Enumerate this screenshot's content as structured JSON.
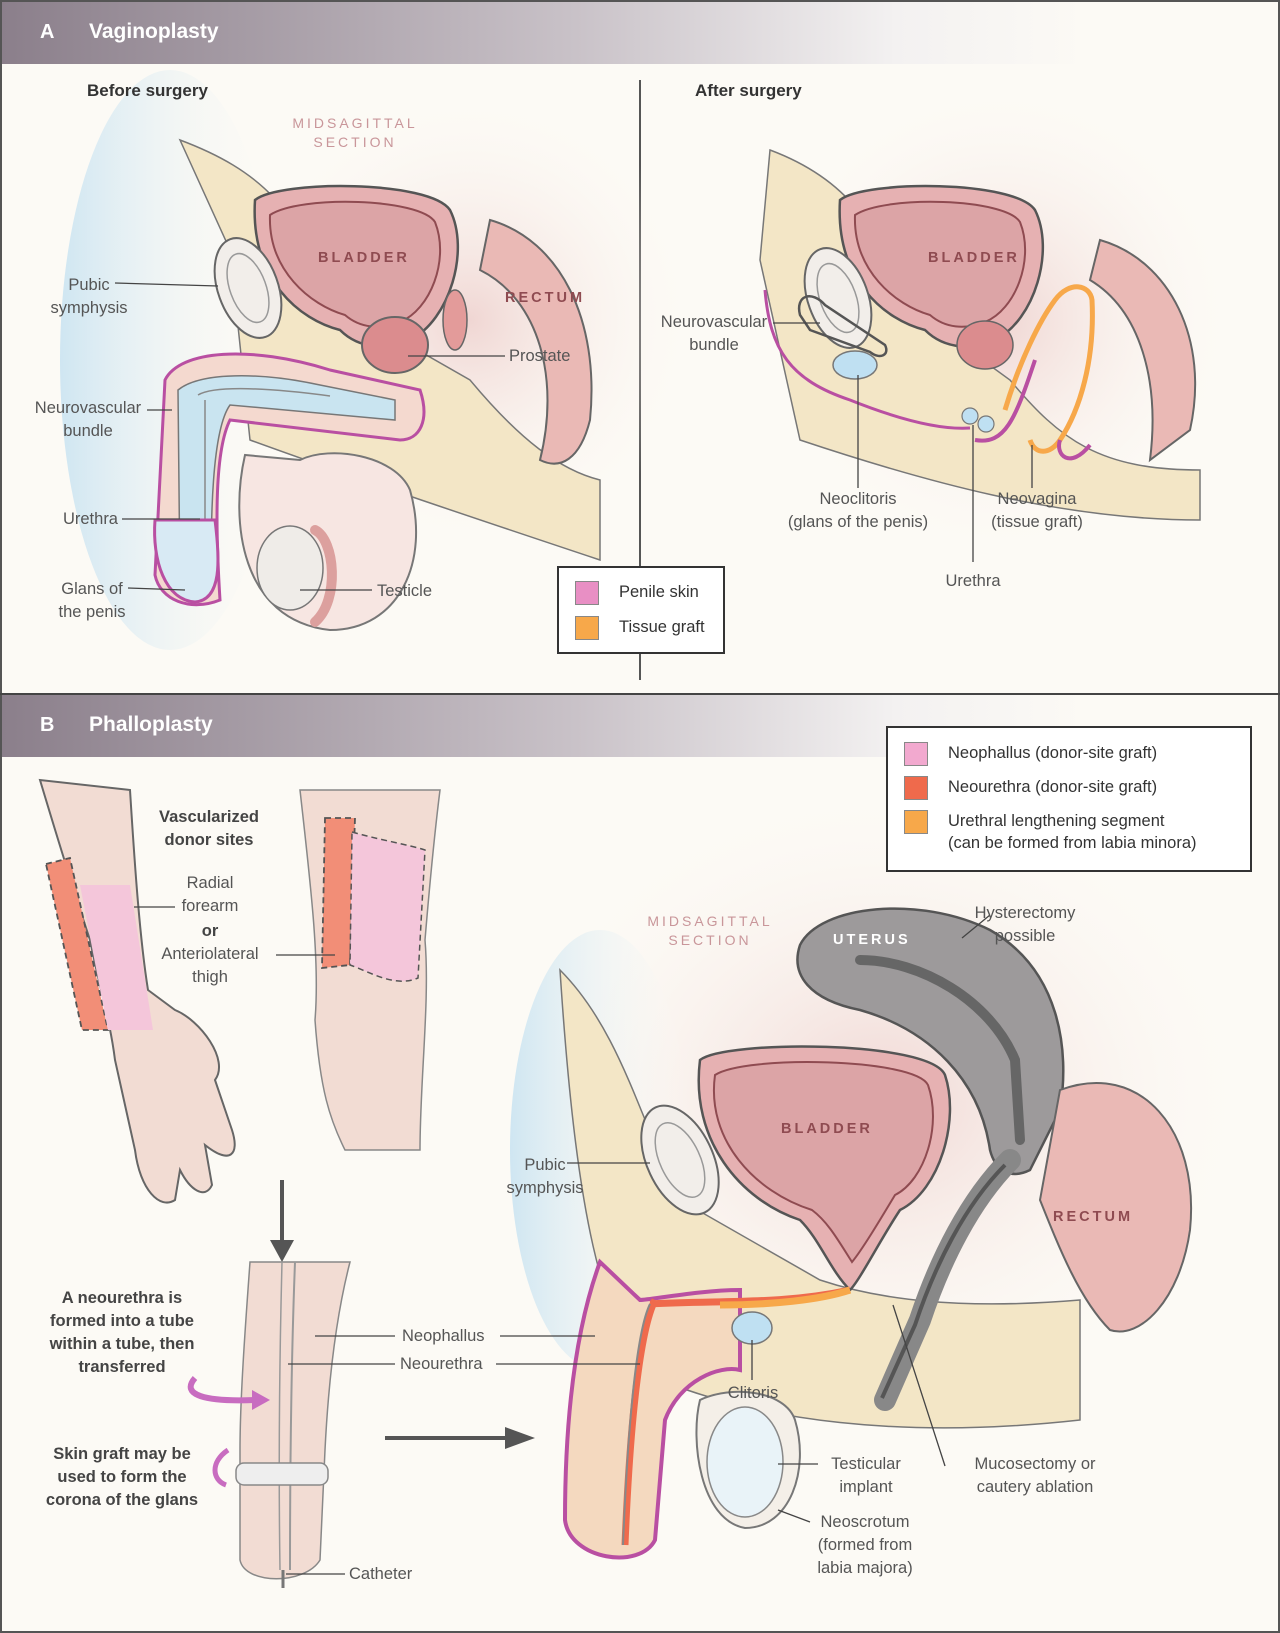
{
  "panel_a": {
    "letter": "A",
    "title": "Vaginoplasty",
    "before_title": "Before surgery",
    "after_title": "After surgery",
    "section_label": "MIDSAGITTAL\nSECTION",
    "organs": {
      "bladder": "BLADDER",
      "rectum": "RECTUM"
    },
    "before_labels": {
      "pubic_symphysis": "Pubic\nsymphysis",
      "neurovascular_bundle": "Neurovascular\nbundle",
      "urethra": "Urethra",
      "glans": "Glans of\nthe penis",
      "prostate": "Prostate",
      "testicle": "Testicle"
    },
    "after_labels": {
      "neurovascular_bundle": "Neurovascular\nbundle",
      "neoclitoris": "Neoclitoris\n(glans of the penis)",
      "neovagina": "Neovagina\n(tissue graft)",
      "urethra": "Urethra"
    },
    "legend": [
      {
        "label": "Penile skin",
        "color": "#e88fc4"
      },
      {
        "label": "Tissue graft",
        "color": "#f7a84a"
      }
    ]
  },
  "panel_b": {
    "letter": "B",
    "title": "Phalloplasty",
    "legend": [
      {
        "label": "Neophallus (donor-site graft)",
        "color": "#f2a9cf"
      },
      {
        "label": "Neourethra (donor-site graft)",
        "color": "#ef6a4c"
      },
      {
        "label": "Urethral lengthening segment\n(can be formed from labia minora)",
        "color": "#f7a84a"
      }
    ],
    "donor_title": "Vascularized\ndonor sites",
    "donor_radial": "Radial\nforearm",
    "donor_or": "or",
    "donor_thigh": "Anteriolateral\nthigh",
    "step_tube": "A neourethra is\nformed into a tube\nwithin a tube, then\ntransferred",
    "step_skin": "Skin graft may be\nused to form the\ncorona of the glans",
    "catheter": "Catheter",
    "neophallus": "Neophallus",
    "neourethra": "Neourethra",
    "section_label": "MIDSAGITTAL\nSECTION",
    "organs": {
      "uterus": "UTERUS",
      "bladder": "BLADDER",
      "rectum": "RECTUM"
    },
    "labels": {
      "hysterectomy": "Hysterectomy\npossible",
      "pubic_symphysis": "Pubic\nsymphysis",
      "clitoris": "Clitoris",
      "testicular_implant": "Testicular\nimplant",
      "neoscrotum": "Neoscrotum\n(formed from\nlabia majora)",
      "mucosectomy": "Mucosectomy or\ncautery ablation"
    }
  }
}
